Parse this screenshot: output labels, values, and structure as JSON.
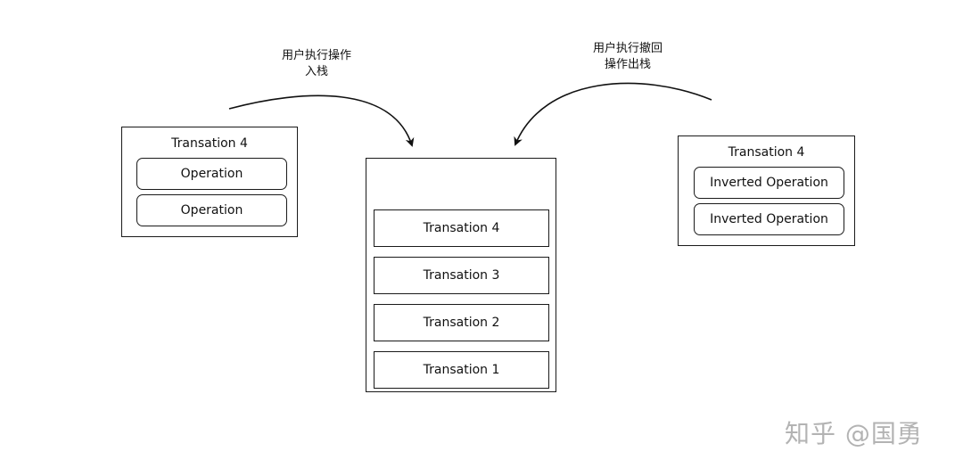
{
  "left_group": {
    "title": "Transation 4",
    "operations": [
      "Operation",
      "Operation"
    ]
  },
  "right_group": {
    "title": "Transation 4",
    "operations": [
      "Inverted Operation",
      "Inverted Operation"
    ]
  },
  "stack": {
    "items": [
      "Transation 4",
      "Transation 3",
      "Transation 2",
      "Transation 1"
    ]
  },
  "labels": {
    "push_line1": "用户执行操作",
    "push_line2": "入栈",
    "pop_line1": "用户执行撤回",
    "pop_line2": "操作出栈"
  },
  "watermark": "知乎 @国勇"
}
